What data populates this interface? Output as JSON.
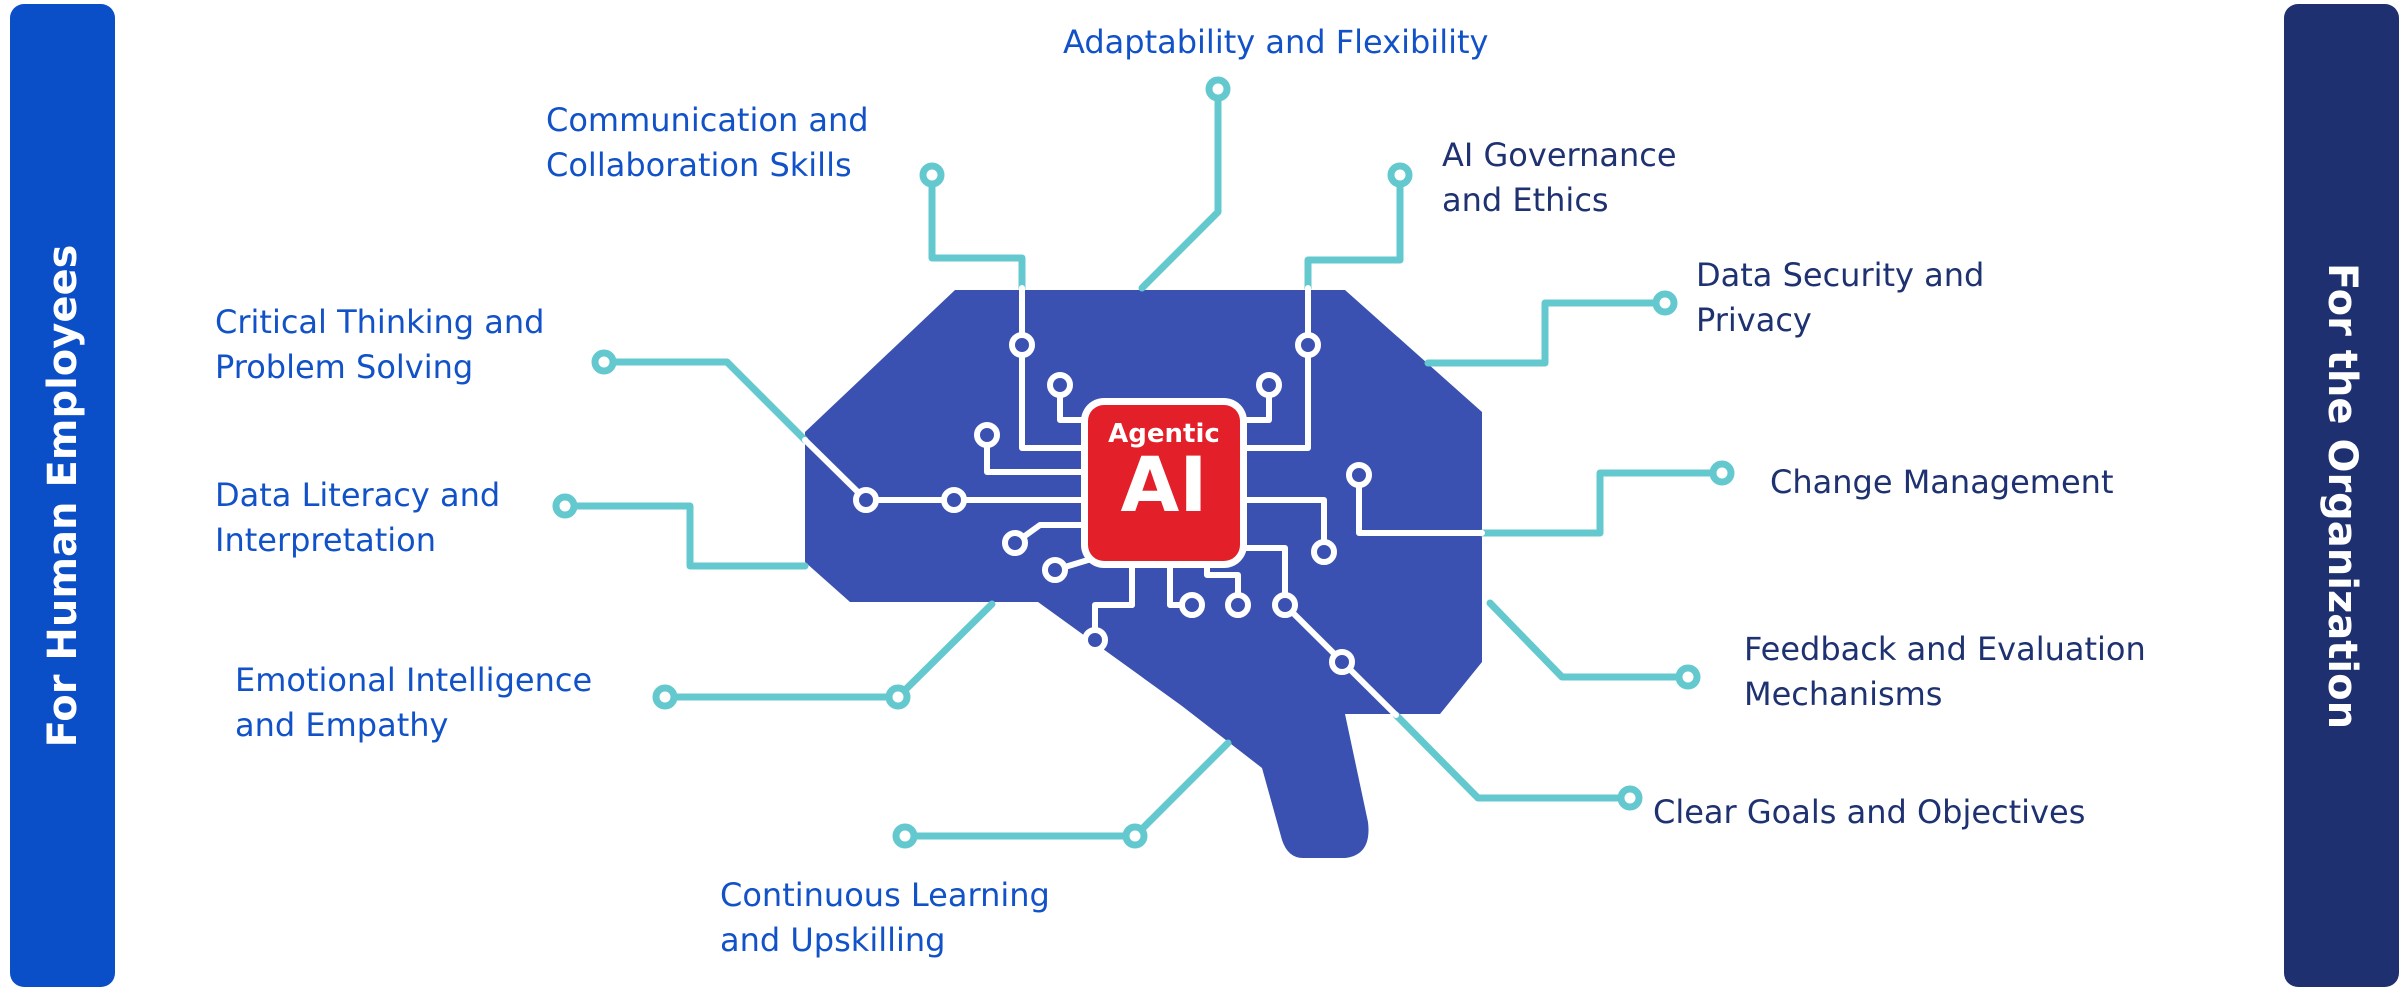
{
  "left_panel": {
    "title": "For Human Employees"
  },
  "right_panel": {
    "title": "For the Organization"
  },
  "chip": {
    "line1": "Agentic",
    "line2": "AI"
  },
  "human_skills": {
    "communication": [
      "Communication and",
      "Collaboration Skills"
    ],
    "critical": [
      "Critical Thinking and",
      "Problem Solving"
    ],
    "literacy": [
      "Data Literacy and",
      "Interpretation"
    ],
    "emotional": [
      "Emotional Intelligence",
      "and Empathy"
    ],
    "learning": [
      "Continuous Learning",
      "and Upskilling"
    ]
  },
  "org_skills": {
    "adaptability": [
      "Adaptability and Flexibility"
    ],
    "governance": [
      "AI Governance",
      "and Ethics"
    ],
    "security": [
      "Data Security and",
      "Privacy"
    ],
    "change": [
      "Change Management"
    ],
    "feedback": [
      "Feedback and Evaluation",
      "Mechanisms"
    ],
    "goals": [
      "Clear Goals and Objectives"
    ]
  },
  "colors": {
    "brain": "#3a51b1",
    "circuit": "#ffffff",
    "connector": "#64c8cf",
    "chip": "#e3202a",
    "human_text": "#1252c8",
    "org_text": "#1e3170",
    "left_bar": "#0a4fc8",
    "right_bar": "#1f3070"
  }
}
